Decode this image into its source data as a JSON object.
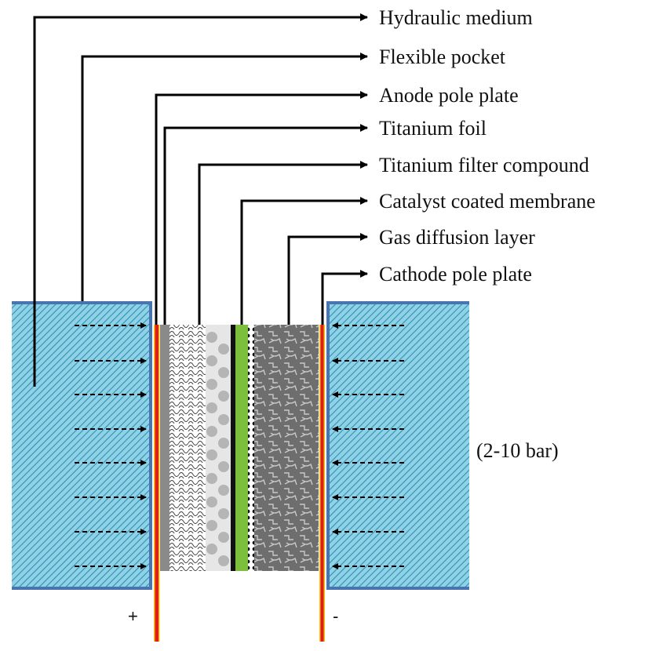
{
  "labels": {
    "hydraulic_medium": "Hydraulic medium",
    "flexible_pocket": "Flexible pocket",
    "anode_pole_plate": "Anode pole plate",
    "titanium_foil": "Titanium foil",
    "titanium_filter_compound": "Titanium filter compound",
    "catalyst_coated_membrane": "Catalyst coated membrane",
    "gas_diffusion_layer": "Gas diffusion layer",
    "cathode_pole_plate": "Cathode pole plate"
  },
  "pressure": "(2-10 bar)",
  "polarity": {
    "anode": "+",
    "cathode": "-"
  },
  "colors": {
    "hydraulic_fill": "#8fd2e6",
    "hatch": "#2f8fb4",
    "pocket_outline": "#4a74b0",
    "pole_plate": "#e21c1c",
    "pole_plate_edge": "#f1c40f",
    "titanium_foil": "#8a8a8a",
    "membrane": "#7cbf3c",
    "gdl": "#6e6e6e"
  }
}
